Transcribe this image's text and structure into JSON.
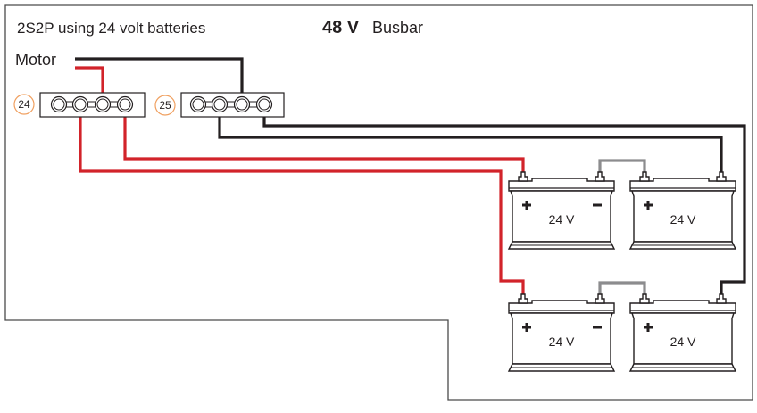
{
  "diagram": {
    "title": "2S2P using 24 volt batteries",
    "busbar_voltage": "48 V",
    "busbar_label": "Busbar",
    "motor_label": "Motor",
    "busbars": [
      {
        "id": "24",
        "label": "24",
        "polarity": "positive"
      },
      {
        "id": "25",
        "label": "25",
        "polarity": "negative"
      }
    ],
    "batteries": [
      {
        "id": "battery-1",
        "label": "24 V",
        "plus": "+",
        "minus": "−"
      },
      {
        "id": "battery-2",
        "label": "24 V",
        "plus": "+",
        "minus": ""
      },
      {
        "id": "battery-3",
        "label": "24 V",
        "plus": "+",
        "minus": "−"
      },
      {
        "id": "battery-4",
        "label": "24 V",
        "plus": "+",
        "minus": ""
      }
    ],
    "colors": {
      "positive_wire": "#d2232a",
      "negative_wire": "#231f20",
      "series_link": "#8c8c8e",
      "badge_ring": "#f0a060",
      "text": "#231f20",
      "frame": "#4a4a4a"
    }
  }
}
